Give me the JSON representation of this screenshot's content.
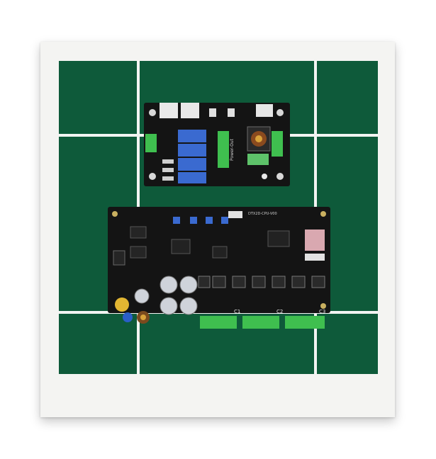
{
  "scene": {
    "frame_color": "#f4f4f2",
    "mat_color": "#0e5a3a",
    "grid_color": "#f2f4f2",
    "board_color": "#141414",
    "terminal_color": "#3fbf4f",
    "capacitor_color": "#3a6ad0"
  },
  "top_board": {
    "silkscreen": "Power-Out"
  },
  "main_board": {
    "silkscreen_top": "DTX2D-CPU-V00",
    "channel_labels": [
      "C1",
      "C2",
      "C3"
    ]
  }
}
